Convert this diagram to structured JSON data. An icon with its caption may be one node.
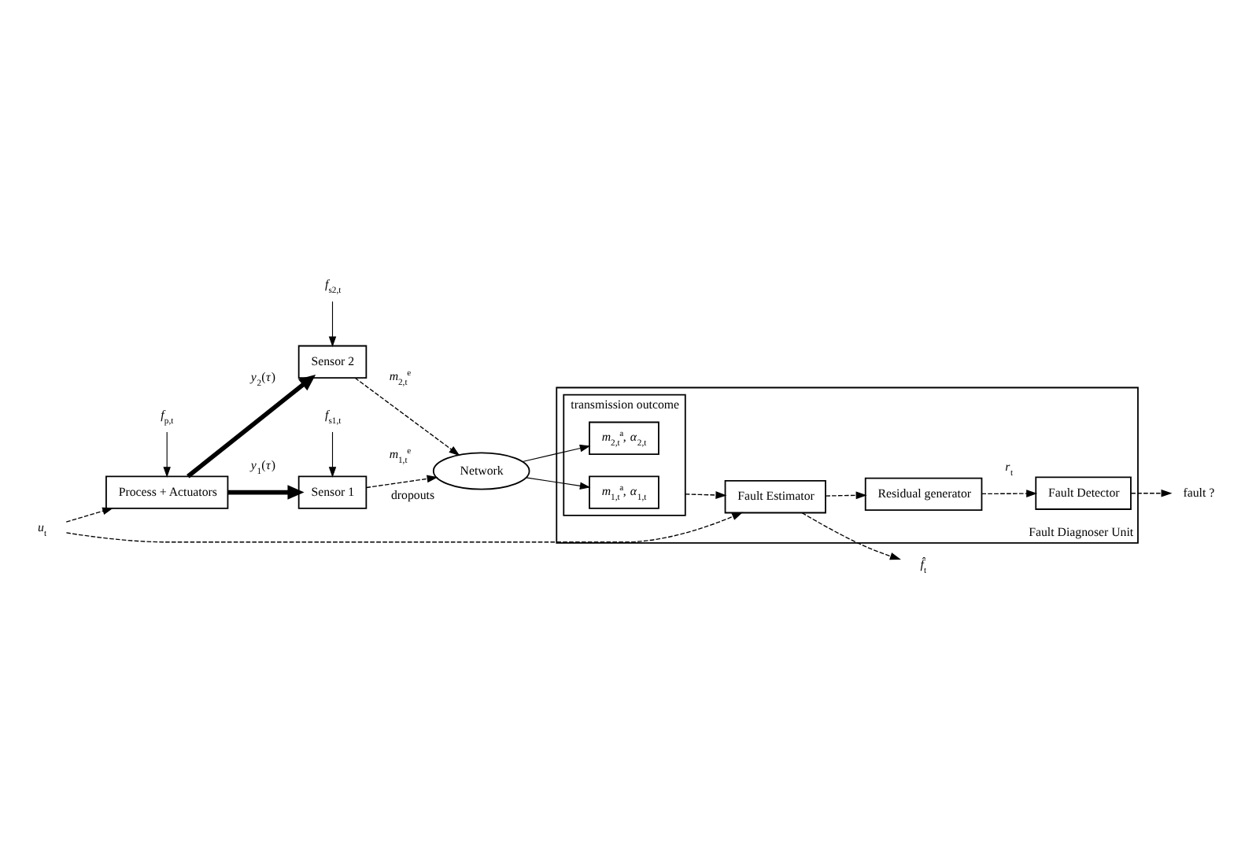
{
  "diagram": {
    "nodes": [
      {
        "text": [
          "Process + Actuators"
        ]
      },
      {
        "text": [
          "Sensor 1"
        ]
      },
      {
        "text": [
          "Sensor 2"
        ]
      },
      {
        "text": [
          "Fault Diagnoser Unit"
        ]
      },
      {
        "text": [
          "Fault Estimator"
        ],
        "in": 3
      },
      {
        "text": [
          "Residual generator"
        ],
        "in": 3
      },
      {
        "text": [
          "Fault Detector"
        ],
        "in": 3
      },
      {
        "text": [
          "transmission outcome"
        ],
        "in": 3
      },
      {
        "text": [
          "*m*$_{1,t}$$^{a}$, *α*$_{1,t}$"
        ],
        "in": 7
      },
      {
        "text": [
          "*m*$_{2,t}$$^{a}$, *α*$_{2,t}$"
        ],
        "in": 7
      },
      {
        "text": [
          "Network"
        ],
        "beside": [
          "dropouts"
        ]
      },
      {
        "text": [
          "*u*$_{t}$"
        ]
      },
      {
        "text": [
          "*f*$_{p,t}$"
        ]
      },
      {
        "text": [
          "*f*$_{s1,t}$"
        ]
      },
      {
        "text": [
          "*f*$_{s2,t}$"
        ]
      },
      {
        "text": [
          "*f̂*$_{t}$"
        ]
      },
      {
        "text": [
          "fault ?"
        ]
      }
    ],
    "edges": [
      {
        "from": 12,
        "to": 0,
        "arrow": "to"
      },
      {
        "from": 13,
        "to": 1,
        "arrow": "to"
      },
      {
        "from": 14,
        "to": 2,
        "arrow": "to"
      },
      {
        "from": 11,
        "to": 0,
        "arrow": "to",
        "style": "dashed"
      },
      {
        "from": 11,
        "to": 4,
        "arrow": "to",
        "style": "dashed"
      },
      {
        "from": 0,
        "to": 1,
        "arrow": "to",
        "style": "thick",
        "label": "*y*$_{1}$(*τ*)"
      },
      {
        "from": 0,
        "to": 2,
        "arrow": "to",
        "style": "thick",
        "label": "*y*$_{2}$(*τ*)"
      },
      {
        "from": 1,
        "to": 10,
        "arrow": "to",
        "style": "dashed",
        "label": "*m*$_{1,t}$$^{e}$"
      },
      {
        "from": 2,
        "to": 10,
        "arrow": "to",
        "style": "dashed",
        "label": "*m*$_{2,t}$$^{e}$"
      },
      {
        "from": 10,
        "to": 8,
        "arrow": "to"
      },
      {
        "from": 10,
        "to": 9,
        "arrow": "to"
      },
      {
        "from": 7,
        "to": 4,
        "arrow": "to",
        "style": "dashed"
      },
      {
        "from": 4,
        "to": 15,
        "arrow": "to",
        "style": "dashed"
      },
      {
        "from": 4,
        "to": 5,
        "arrow": "to",
        "style": "dashed"
      },
      {
        "from": 5,
        "to": 6,
        "arrow": "to",
        "style": "dashed",
        "label": "*r*$_{t}$"
      },
      {
        "from": 6,
        "to": 16,
        "arrow": "to",
        "style": "dashed"
      }
    ]
  }
}
